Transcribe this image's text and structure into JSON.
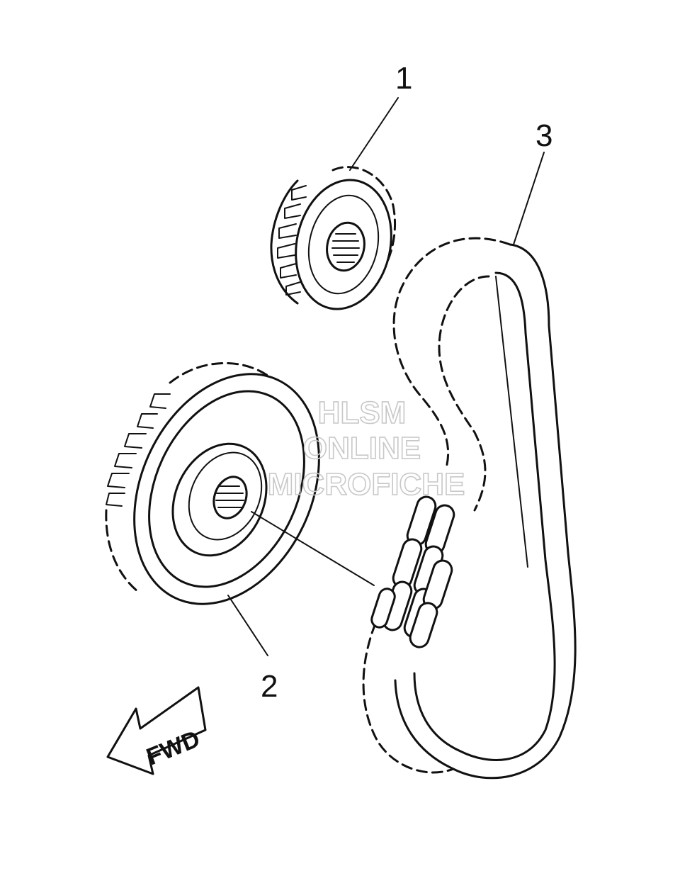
{
  "callouts": {
    "part1": "1",
    "part2": "2",
    "part3": "3"
  },
  "direction_arrow": {
    "label": "FWD"
  },
  "watermark": {
    "line1": "HLSM",
    "line2": "ONLINE",
    "line3": "MICROFICHE",
    "color": "#c8c8c8"
  },
  "colors": {
    "ink": "#111111",
    "background": "#ffffff"
  }
}
